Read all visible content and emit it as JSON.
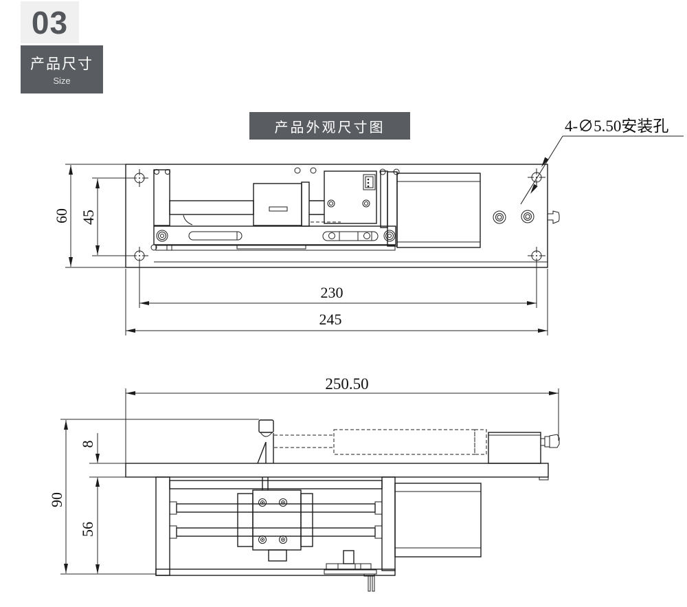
{
  "colors": {
    "background": "#ffffff",
    "line": "#1c1c1c",
    "accent_gray": "#595d61",
    "badge_bg": "#f0f0f0",
    "badge_text": "#53565a"
  },
  "header": {
    "section_number": "03",
    "section_title_zh": "产品尺寸",
    "section_title_en": "Size"
  },
  "drawing": {
    "title": "产品外观尺寸图",
    "annotation": {
      "mounting_holes_label": "4-∅5.50安装孔"
    },
    "top_view": {
      "dims": [
        {
          "id": "plate-height",
          "value": "60"
        },
        {
          "id": "mount-hole-vertical-spacing",
          "value": "45"
        },
        {
          "id": "mount-hole-horizontal-spacing",
          "value": "230"
        },
        {
          "id": "plate-length",
          "value": "245"
        }
      ]
    },
    "front_view": {
      "dims": [
        {
          "id": "overall-length",
          "value": "250.50"
        },
        {
          "id": "base-plate-thickness",
          "value": "8"
        },
        {
          "id": "overall-height",
          "value": "90"
        },
        {
          "id": "under-frame-height",
          "value": "56"
        }
      ]
    }
  }
}
